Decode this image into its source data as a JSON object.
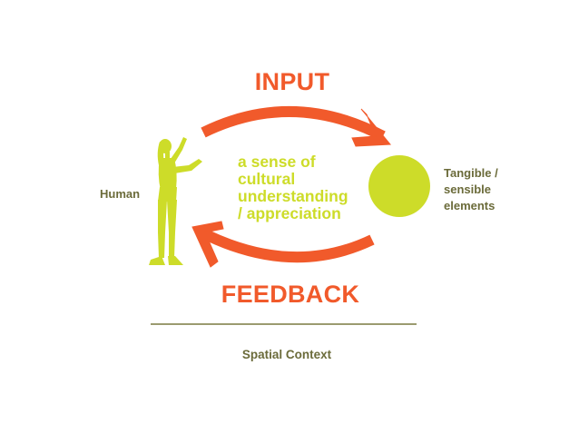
{
  "colors": {
    "arrow": "#f15a2b",
    "accent_green": "#cddc29",
    "label_text": "#6b6b3a",
    "divider": "#7a7a40"
  },
  "labels": {
    "input": "INPUT",
    "feedback": "FEEDBACK",
    "center_lines": [
      "a sense of",
      "cultural",
      "understanding",
      "/ appreciation"
    ],
    "human": "Human",
    "tangible_lines": [
      "Tangible /",
      "sensible",
      "elements"
    ],
    "spatial_context": "Spatial Context"
  },
  "icons": {
    "human": "human-silhouette-icon",
    "element": "tangible-element-circle-icon"
  }
}
